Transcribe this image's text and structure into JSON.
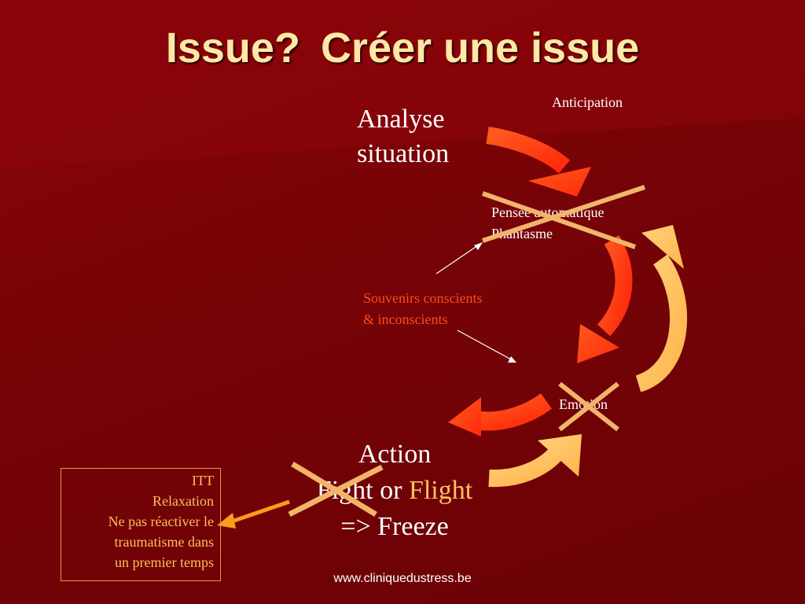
{
  "slide": {
    "title": {
      "part1": "Issue?",
      "part2": "Créer une issue"
    },
    "nodes": {
      "analyse": [
        "Analyse",
        "situation"
      ],
      "anticipation": "Anticipation",
      "pensee": [
        "Pensée automatique",
        "Phantasme"
      ],
      "souvenirs": [
        "Souvenirs conscients",
        "& inconscients"
      ],
      "emotion": "Emotion",
      "action": {
        "line1": "Action",
        "fight": "Fight",
        "or": "or",
        "flight": "Flight",
        "line3": "=> Freeze"
      }
    },
    "itt_box": [
      "ITT",
      "Relaxation",
      "Ne pas réactiver le",
      "traumatisme dans",
      "un premier temps"
    ],
    "footer": "www.cliniquedustress.be"
  },
  "colors": {
    "background": "#7a0307",
    "title": "#ffe7a6",
    "arrow_red": "#ff3c12",
    "arrow_light": "#ffc060",
    "cross": "#f2b46a",
    "itt_text": "#ffbf5a",
    "souvenirs_text": "#ff4a1a"
  },
  "icons": [
    "curved-arrow-red",
    "curved-arrow-light",
    "cross-mark",
    "thin-arrow"
  ]
}
